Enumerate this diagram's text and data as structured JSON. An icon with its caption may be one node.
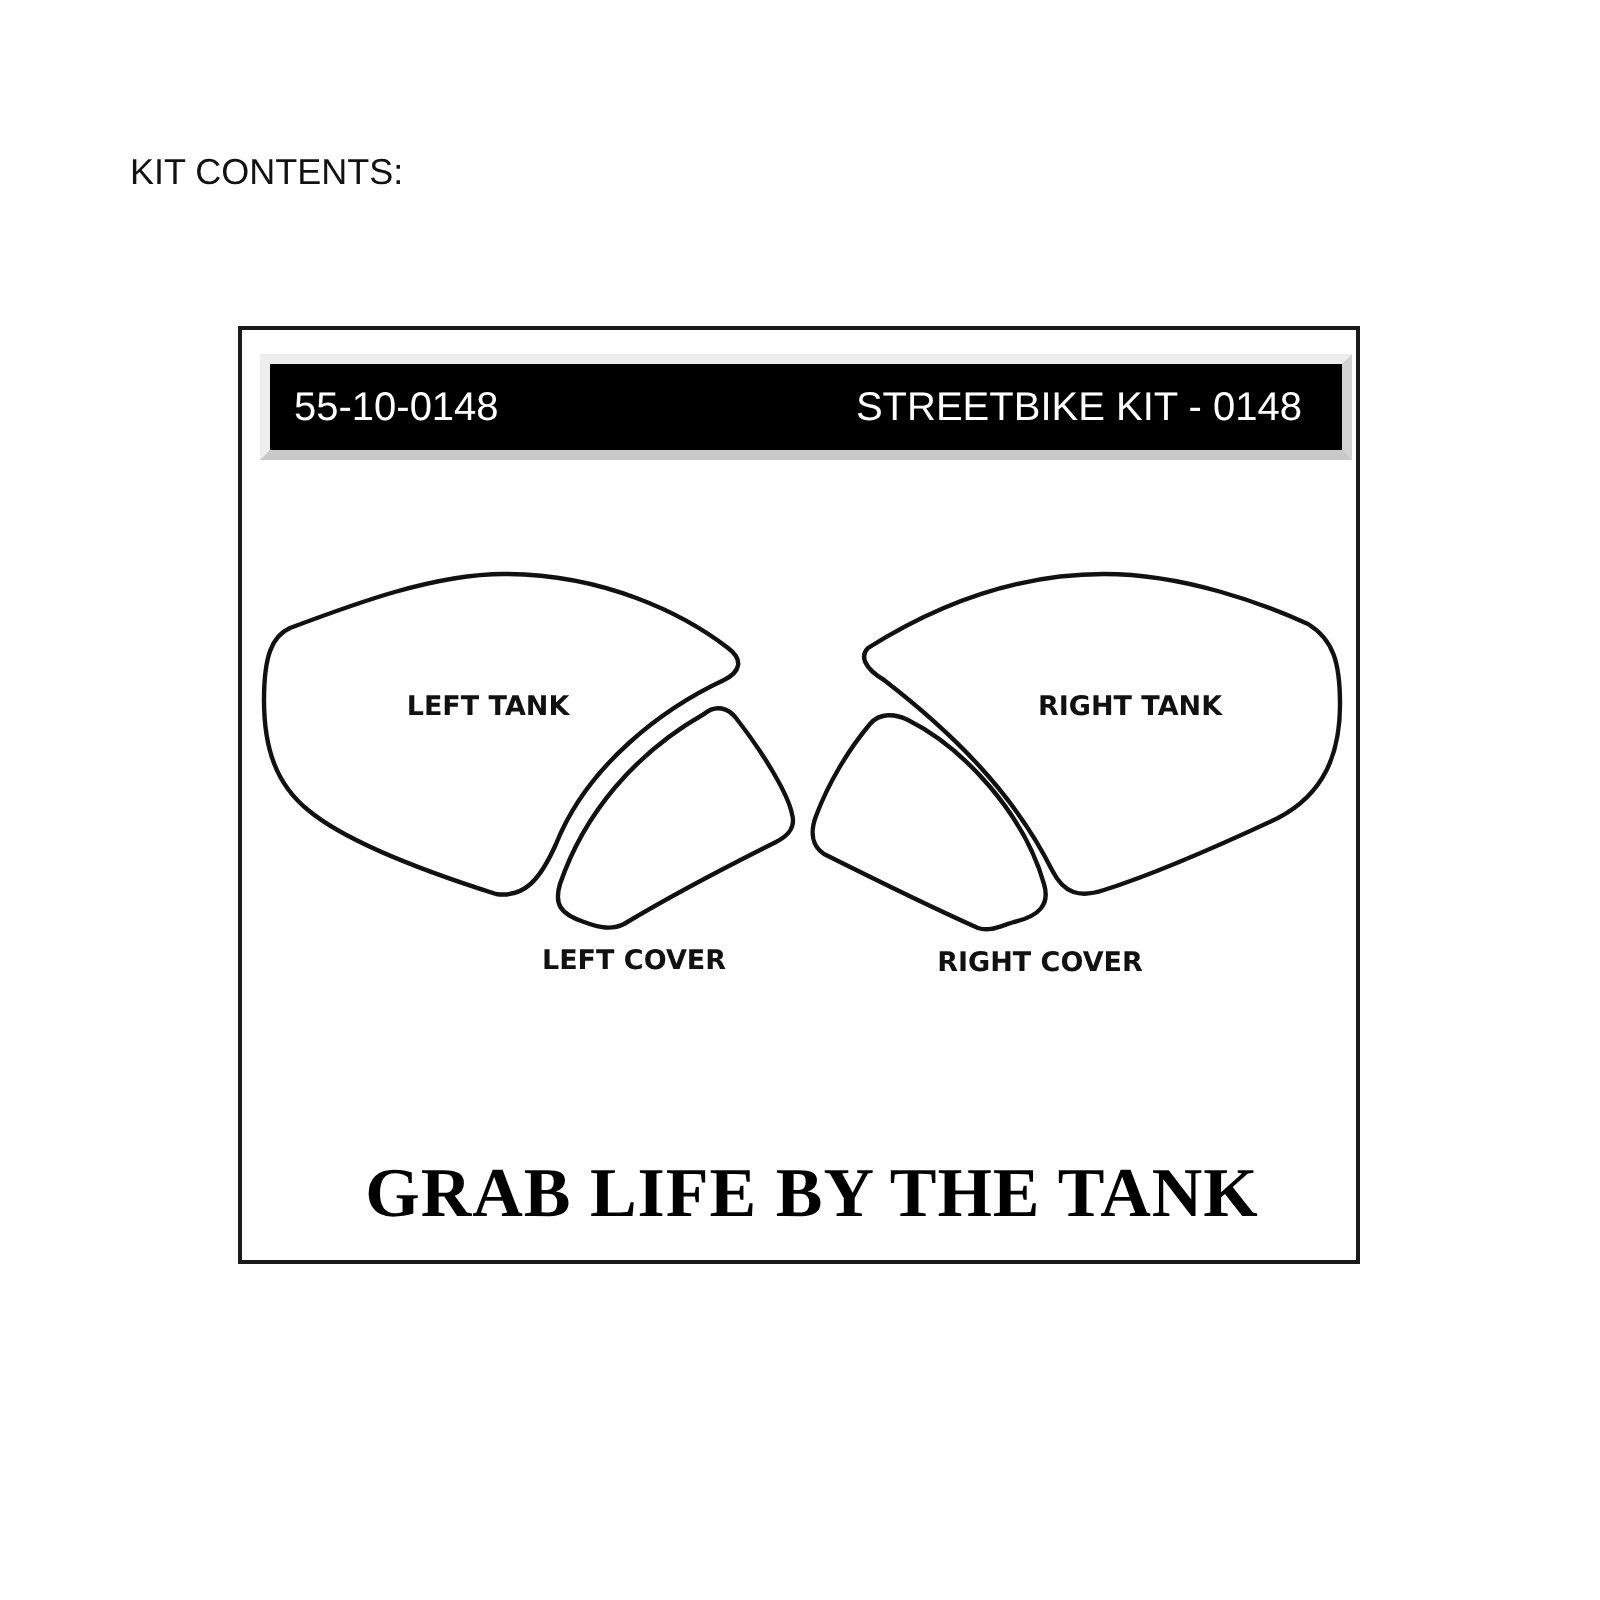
{
  "diagram": {
    "title": "KIT CONTENTS:",
    "nodes": [
      {
        "text": [
          "GRAB LIFE BY THE TANK"
        ]
      },
      {
        "text": [
          "55-10-0148",
          "STREETBIKE KIT - 0148"
        ],
        "in": 0
      },
      {
        "text": [
          "LEFT TANK"
        ],
        "in": 0
      },
      {
        "text": [
          "LEFT COVER"
        ],
        "in": 0
      },
      {
        "text": [
          "RIGHT TANK"
        ],
        "in": 0
      },
      {
        "text": [
          "RIGHT COVER"
        ],
        "in": 0
      }
    ]
  }
}
